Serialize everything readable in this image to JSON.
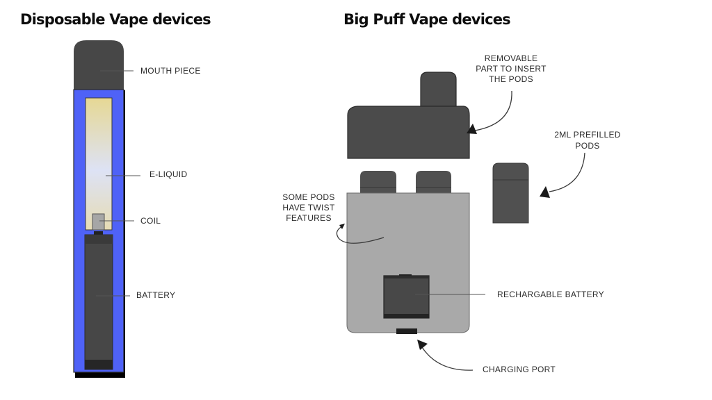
{
  "left_panel": {
    "title": "Disposable Vape devices",
    "labels": {
      "mouth_piece": "MOUTH PIECE",
      "e_liquid": "E-LIQUID",
      "coil": "COIL",
      "battery": "BATTERY"
    },
    "colors": {
      "body_blue": "#4f62f7",
      "mouthpiece": "#474747",
      "battery": "#474747",
      "e_liquid_top": "#e6d894",
      "e_liquid_mid": "#dde2f5",
      "e_liquid_bottom": "#e6dcb4",
      "coil": "#a6a6a6"
    }
  },
  "right_panel": {
    "title": "Big Puff Vape devices",
    "labels": {
      "removable_part": [
        "REMOVABLE",
        "PART TO INSERT",
        "THE PODS"
      ],
      "prefilled_pods": [
        "2ML PREFILLED",
        "PODS"
      ],
      "twist_features": [
        "SOME PODS",
        "HAVE TWIST",
        "FEATURES"
      ],
      "rechargeable_battery": "RECHARGABLE BATTERY",
      "charging_port": "CHARGING PORT"
    },
    "colors": {
      "cap": "#4b4b4b",
      "pods": "#505050",
      "body": "#a9a9a9",
      "battery": "#484848",
      "port": "#1f1f1f"
    }
  }
}
